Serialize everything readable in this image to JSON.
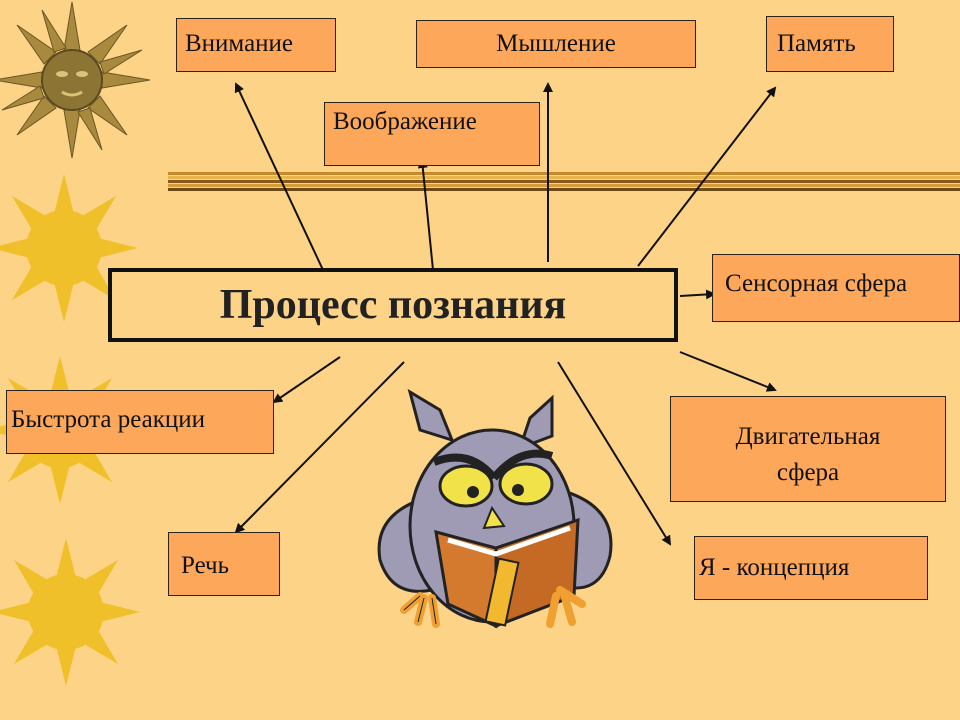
{
  "colors": {
    "background": "#fdd387",
    "node_fill": "#fca75a",
    "sun_yellow": "#f0c02a",
    "sun_gold": "#a88a3e",
    "owl_body": "#9f9bb5",
    "owl_book": "#d47a2e"
  },
  "diagram": {
    "center": "Процесс познания",
    "nodes": {
      "attention": "Внимание",
      "thinking": "Мышление",
      "memory": "Память",
      "imagination": "Воображение",
      "sensory": "Сенсорная сфера",
      "reaction": "Быстрота реакции",
      "motor_1": "Двигательная",
      "motor_2": "сфера",
      "speech": "Речь",
      "self_concept": "Я - концепция"
    }
  },
  "decorations": {
    "left_column": [
      "sun-face-icon",
      "sun-icon",
      "sun-icon",
      "sun-icon"
    ],
    "illustration": "owl-reading-book-icon"
  }
}
